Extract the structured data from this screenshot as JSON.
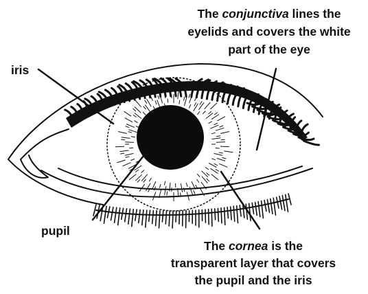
{
  "labels": {
    "iris": "iris",
    "pupil": "pupil",
    "conjunctiva": {
      "line1_pre": "The ",
      "line1_term": "conjunctiva",
      "line1_post": " lines the",
      "line2": "eyelids and covers the white",
      "line3": "part of the eye"
    },
    "cornea": {
      "line1_pre": "The ",
      "line1_term": "cornea",
      "line1_post": " is the",
      "line2": "transparent layer that covers",
      "line3": "the pupil and the iris"
    }
  },
  "colors": {
    "ink": "#111111",
    "background": "#ffffff"
  }
}
